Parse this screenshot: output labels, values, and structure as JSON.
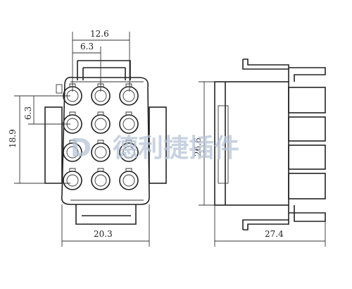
{
  "front_view": {
    "dim_overall_width": "12.6",
    "dim_pitch_horizontal": "6.3",
    "dim_pitch_vertical": "6.3",
    "dim_overall_height": "18.9",
    "dim_body_width": "20.3",
    "pin_grid": {
      "rows": 4,
      "cols": 3
    }
  },
  "side_view": {
    "dim_height": "26.6",
    "dim_length": "27.4"
  },
  "watermark": {
    "brand_mark": "D",
    "text": "德利捷插件"
  }
}
